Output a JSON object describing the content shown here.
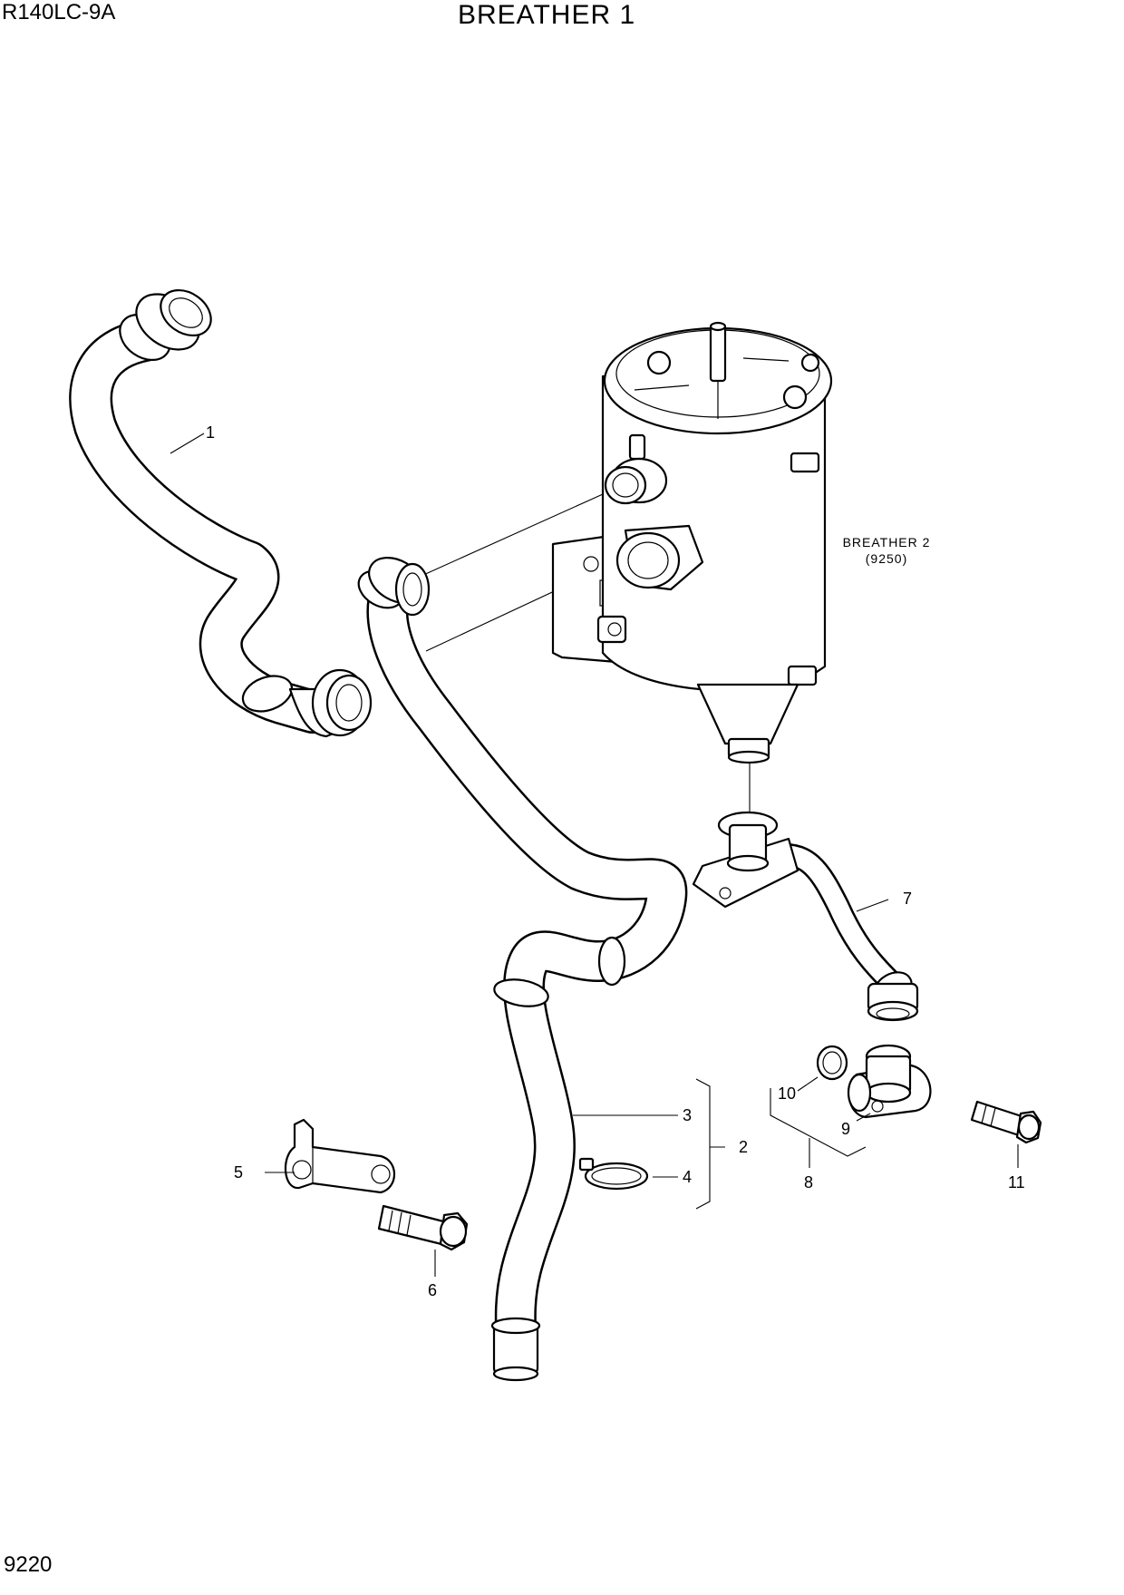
{
  "header": {
    "model": "R140LC-9A",
    "title": "BREATHER 1"
  },
  "footer": {
    "page_number": "9220"
  },
  "reference": {
    "name": "BREATHER 2",
    "code": "(9250)"
  },
  "callouts": [
    {
      "id": "1",
      "label": "1"
    },
    {
      "id": "2",
      "label": "2"
    },
    {
      "id": "3",
      "label": "3"
    },
    {
      "id": "4",
      "label": "4"
    },
    {
      "id": "5",
      "label": "5"
    },
    {
      "id": "6",
      "label": "6"
    },
    {
      "id": "7",
      "label": "7"
    },
    {
      "id": "8",
      "label": "8"
    },
    {
      "id": "9",
      "label": "9"
    },
    {
      "id": "10",
      "label": "10"
    },
    {
      "id": "11",
      "label": "11"
    }
  ]
}
